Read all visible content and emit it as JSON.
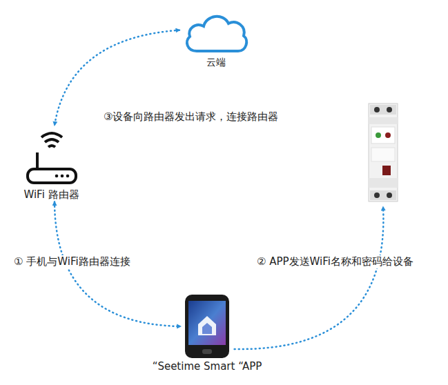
{
  "diagram": {
    "nodes": [
      {
        "text": [
          "云端"
        ]
      },
      {
        "text": [
          "WiFi 路由器"
        ]
      },
      {
        "text": []
      },
      {
        "text": [
          "“Seetime Smart “APP"
        ]
      }
    ],
    "edges": [
      {
        "from": 0,
        "to": 1,
        "arrow": "both"
      },
      {
        "from": 1,
        "to": 3,
        "label": "① 手机与WiFi路由器连接",
        "arrow": "both"
      },
      {
        "from": 3,
        "to": 2,
        "label": "② APP发送WiFi名称和密码给设备",
        "arrow": "to"
      }
    ],
    "labels": [
      "③设备向路由器发出请求，连接路由器"
    ]
  }
}
